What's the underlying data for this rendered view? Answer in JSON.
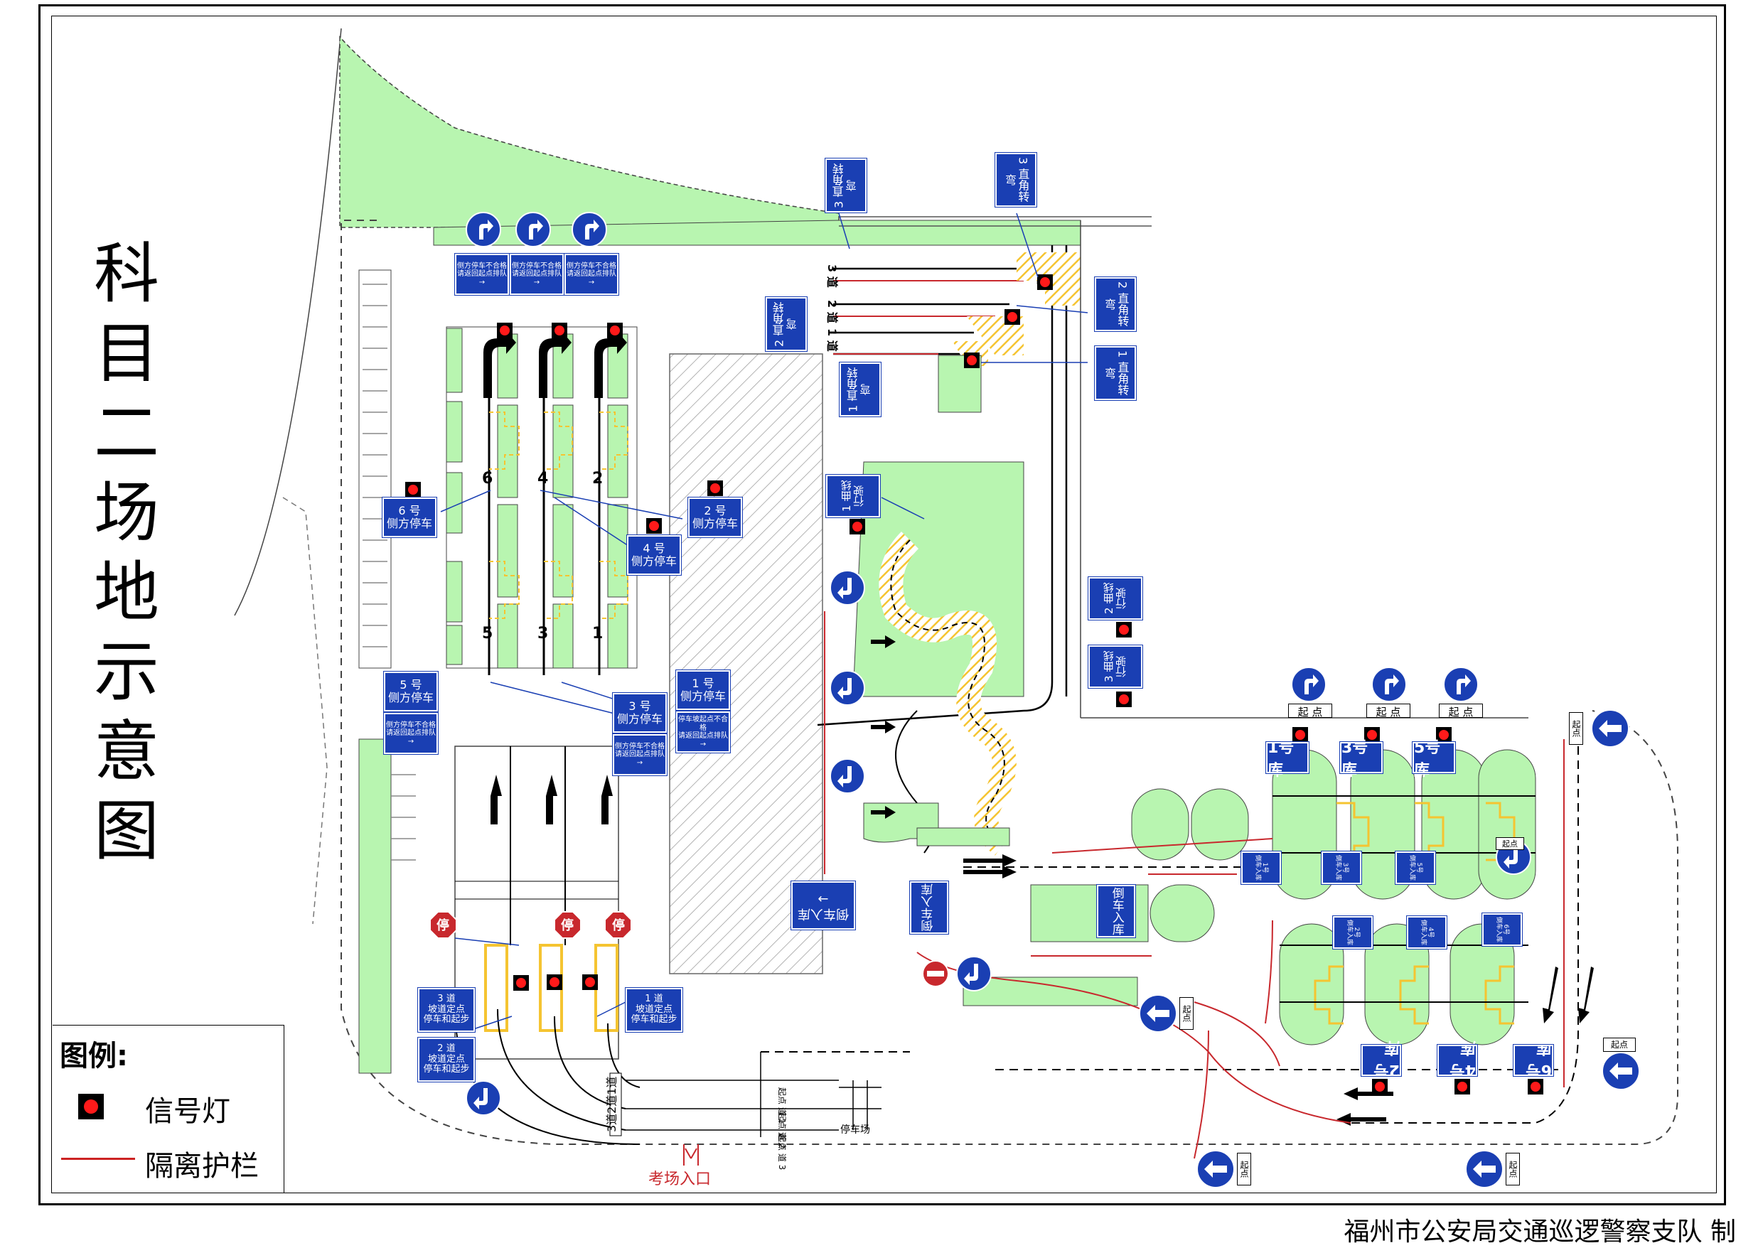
{
  "title_chars": [
    "科",
    "目",
    "二",
    "场",
    "地",
    "示",
    "意",
    "图"
  ],
  "legend": {
    "title": "图例:",
    "signal_label": "信号灯",
    "barrier_label": "隔离护栏"
  },
  "credit": "福州市公安局交通巡逻警察支队 制",
  "entrance_label": "考场入口",
  "parking_label": "停车场",
  "stop_char": "停",
  "signs": {
    "lane3_turn": "3 直角转弯",
    "lane2_turn": "2 直角转弯",
    "lane1_turn": "1 直角转弯",
    "lane1_curve": "1 曲线行驶",
    "lane2_curve": "2 曲线行驶",
    "lane3_curve": "3 曲线行驶",
    "side6": [
      "6 号",
      "侧方停车"
    ],
    "side4": [
      "4 号",
      "侧方停车"
    ],
    "side2": [
      "2 号",
      "侧方停车"
    ],
    "side5": [
      "5 号",
      "侧方停车"
    ],
    "side3": [
      "3 号",
      "侧方停车"
    ],
    "side1": [
      "1 号",
      "侧方停车"
    ],
    "queue_notice": [
      "侧方停车不合格",
      "请返回起点排队"
    ],
    "slope_notice": [
      "停车坡起点不合格",
      "请返回起点排队"
    ],
    "slope3": [
      "3 道",
      "坡道定点",
      "停车和起步"
    ],
    "slope2": [
      "2 道",
      "坡道定点",
      "停车和起步"
    ],
    "slope1": [
      "1 道",
      "坡道定点",
      "停车和起步"
    ],
    "garage_entry": "倒车入库",
    "garage1": "1号库",
    "garage3": "3号库",
    "garage5": "5号库",
    "garage2": "2号库",
    "garage4": "4号库",
    "garage6": "6号库",
    "garage_mini1": [
      "1号",
      "倒车入库"
    ],
    "garage_mini3": [
      "3号",
      "倒车入库"
    ],
    "garage_mini5": [
      "5号",
      "倒车入库"
    ],
    "garage_mini2": [
      "2号",
      "倒车入库"
    ],
    "garage_mini4": [
      "4号",
      "倒车入库"
    ],
    "garage_mini6": [
      "6号",
      "倒车入库"
    ],
    "start_point": "起 点",
    "start_small": "起点",
    "lane_marks": [
      "3 道",
      "2 道",
      "1 道"
    ],
    "lane_start_marks": [
      "起点 道 1",
      "起点 道 2",
      "起点 道 3"
    ],
    "bottom_lanes": "3道2道1道",
    "lane_nums_left": [
      "6",
      "4",
      "2",
      "5",
      "3",
      "1"
    ]
  },
  "colors": {
    "sign_blue": "#1a3fb3",
    "grass": "#b8f5b0",
    "barrier_red": "#c8282d",
    "signal_red": "#ff1a1a",
    "hatch_yellow": "#f5c431"
  }
}
